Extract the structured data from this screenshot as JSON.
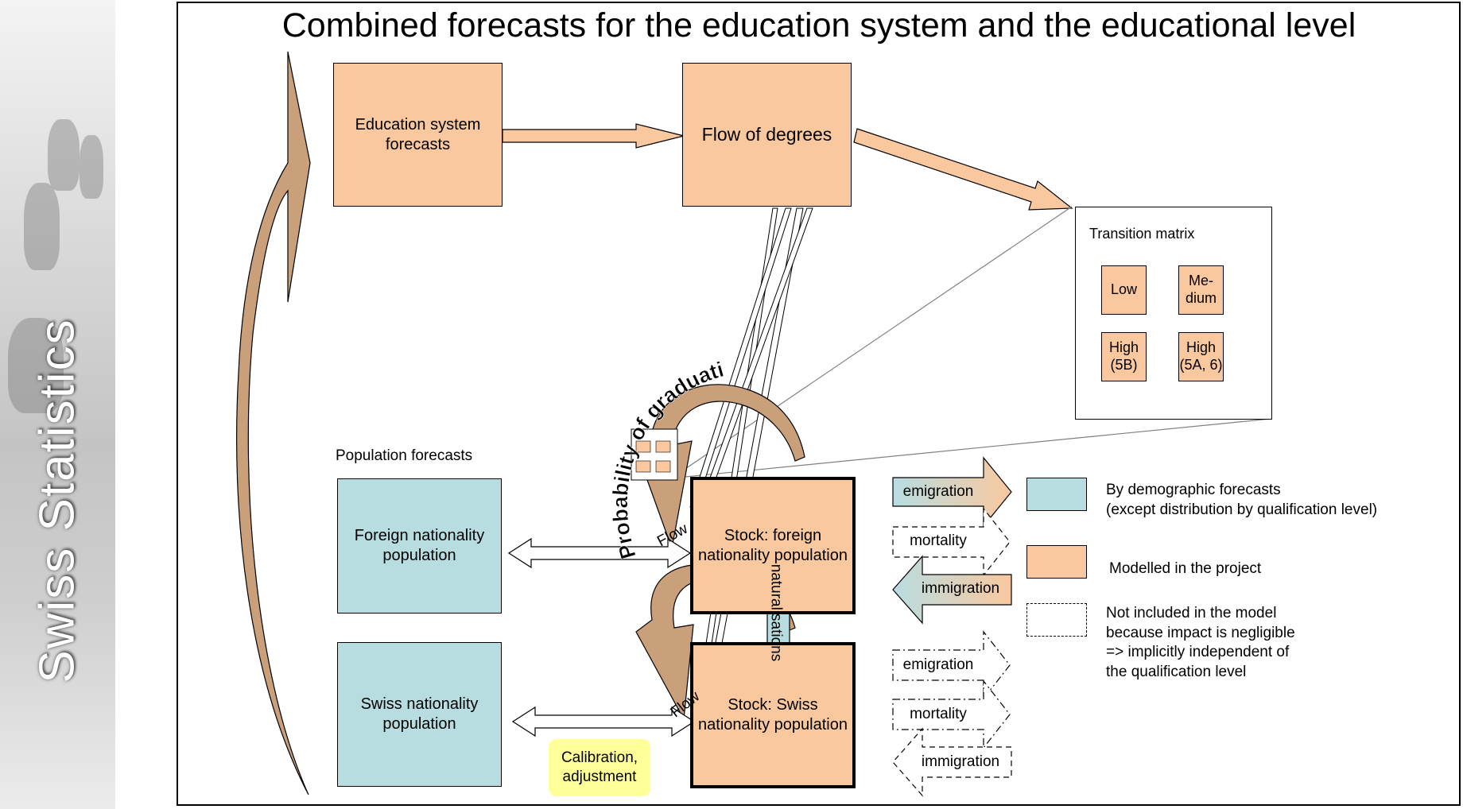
{
  "brand": {
    "text": "Swiss Statistics"
  },
  "title": "Combined forecasts for the education system and the educational level",
  "boxes": {
    "education": "Education system forecasts",
    "flow_degrees": "Flow of degrees",
    "foreign_pop": "Foreign nationality population",
    "swiss_pop": "Swiss nationality population",
    "stock_foreign": "Stock: foreign nationality population",
    "stock_swiss": "Stock: Swiss nationality population"
  },
  "transition": {
    "title": "Transition matrix",
    "low": "Low",
    "medium": "Me-dium",
    "high5b": "High (5B)",
    "high5a": "High (5A, 6)"
  },
  "population_forecasts_label": "Population forecasts",
  "probability_label": "Probability of graduating",
  "flow_label": "Flow",
  "naturalisations_label": "naturalisations",
  "calibration_label": "Calibration, adjustment",
  "side_arrows": {
    "emigration": "emigration",
    "mortality": "mortality",
    "immigration": "immigration"
  },
  "legend": {
    "teal": "By demographic forecasts\n(except distribution by qualification level)",
    "peach": "Modelled in the project",
    "dashed": "Not included in the model\nbecause impact is negligible\n=> implicitly independent of\nthe qualification level"
  },
  "colors": {
    "peach": "#f9c89f",
    "teal": "#b8dde1",
    "brown_arrow": "#c9a07a",
    "highlight": "#ffff99"
  }
}
